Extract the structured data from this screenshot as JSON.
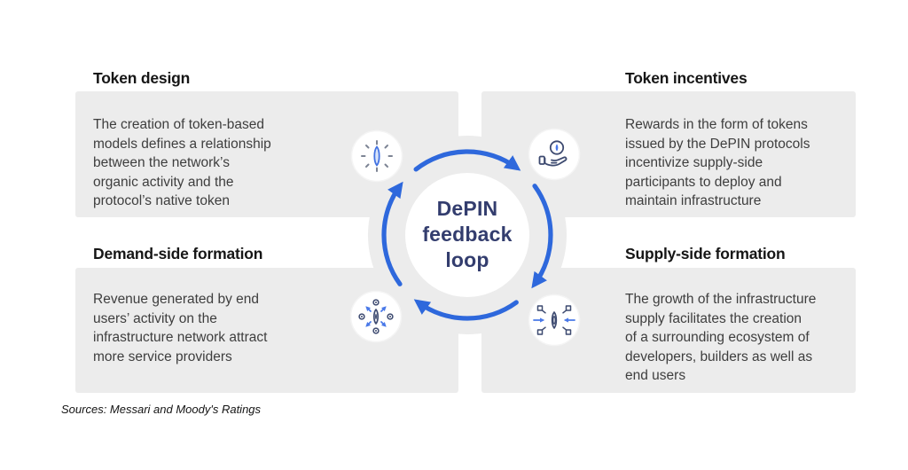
{
  "center": {
    "label": "DePIN\nfeedback\nloop"
  },
  "quadrants": {
    "token_design": {
      "heading": "Token design",
      "body": "The creation of token-based\nmodels defines a relationship\nbetween the network’s\norganic activity and the\nprotocol’s native token",
      "icon": "sparkle-gem-icon"
    },
    "token_incentives": {
      "heading": "Token incentives",
      "body": "Rewards in the form of tokens\nissued by the DePIN protocols\nincentivize supply-side\nparticipants to deploy and\nmaintain infrastructure",
      "icon": "hand-coin-icon"
    },
    "demand_side": {
      "heading": "Demand-side formation",
      "body": "Revenue generated by end\nusers’ activity on the\ninfrastructure network attract\nmore service providers",
      "icon": "network-distribution-icon"
    },
    "supply_side": {
      "heading": "Supply-side formation",
      "body": "The growth of the infrastructure\nsupply facilitates the creation\nof a surrounding ecosystem of\ndevelopers, builders as well as\nend users",
      "icon": "network-aggregation-icon"
    }
  },
  "footer": {
    "source_note": "Sources: Messari and Moody's Ratings"
  },
  "colors": {
    "panel_gray": "#ececec",
    "arrow_blue": "#2e68dc",
    "icon_blue": "#4a79e8",
    "icon_navy": "#3d4a70",
    "center_text_navy": "#333d6e"
  }
}
